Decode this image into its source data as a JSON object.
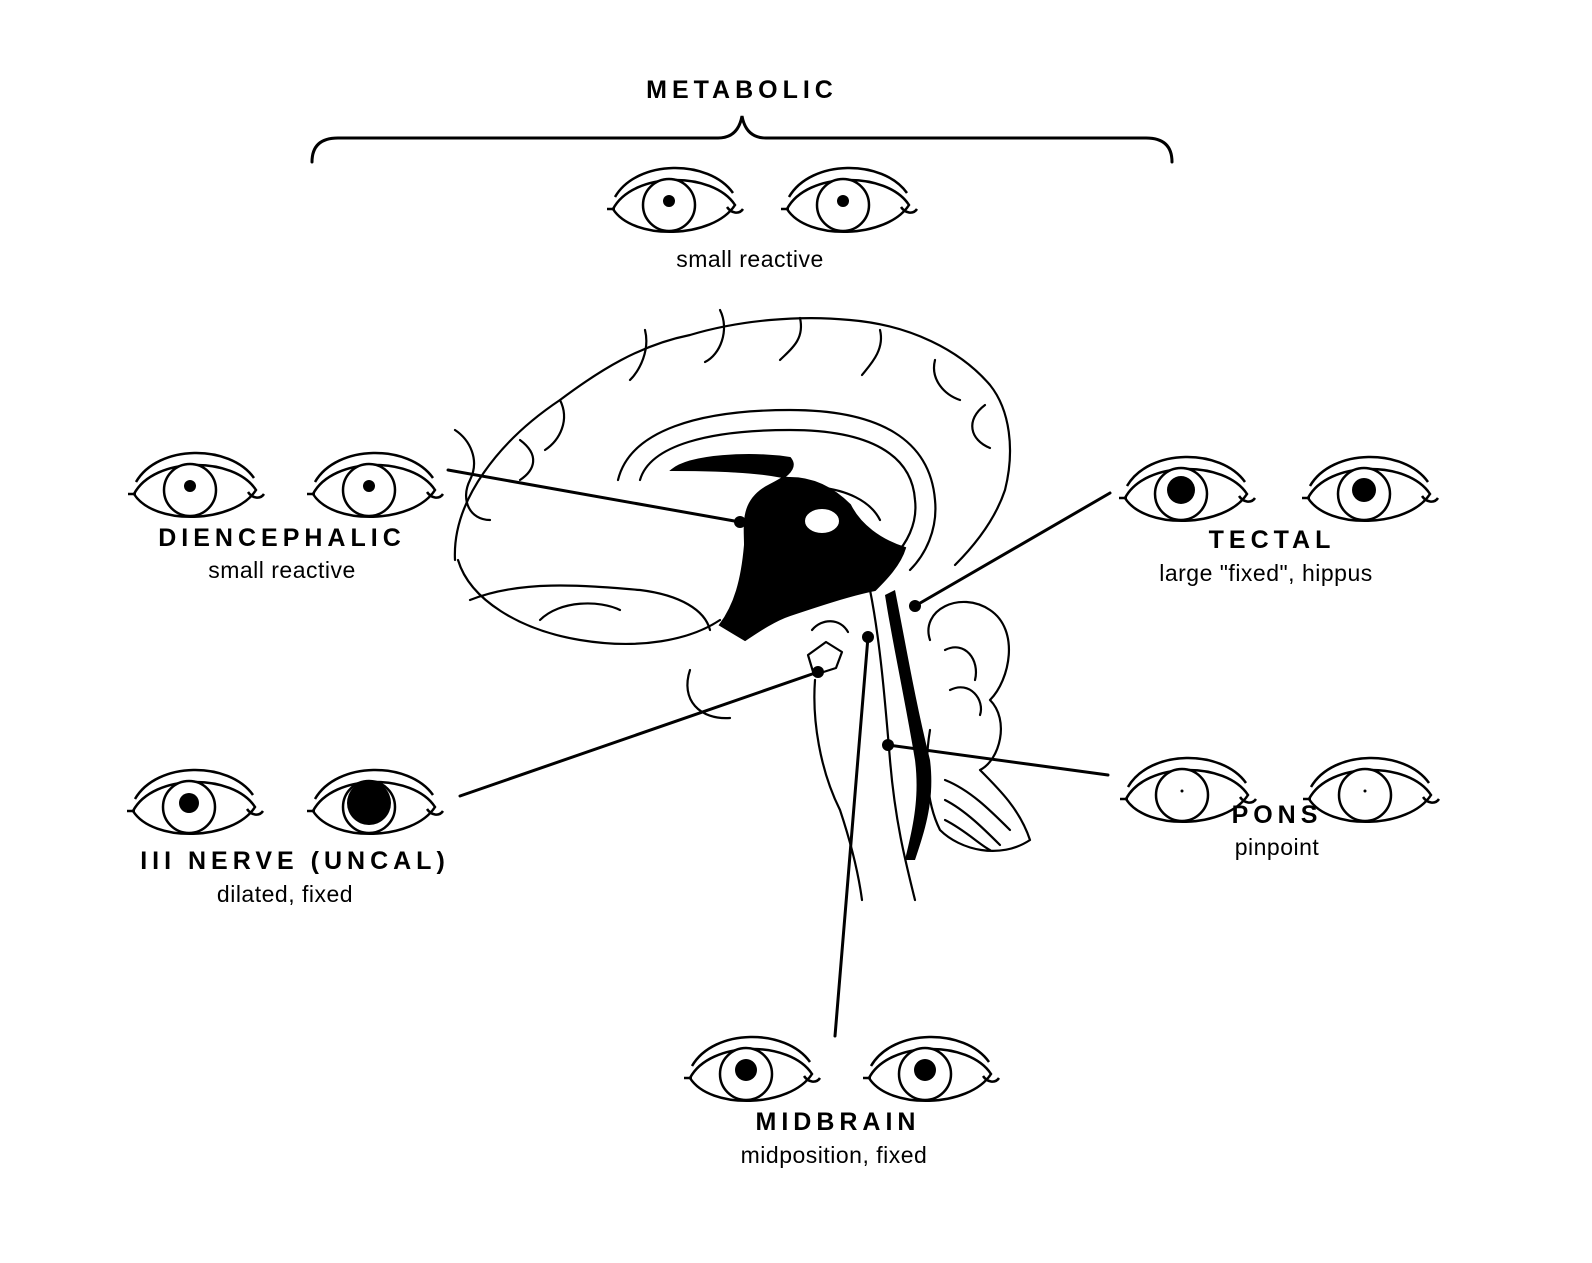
{
  "title": "METABOLIC",
  "top_label": "small reactive",
  "labels": {
    "diencephalic": {
      "title": "DIENCEPHALIC",
      "desc": "small reactive"
    },
    "tectal": {
      "title": "TECTAL",
      "desc": "large \"fixed\", hippus"
    },
    "third_nerve": {
      "title": "III NERVE (UNCAL)",
      "desc": "dilated, fixed"
    },
    "pons": {
      "title": "PONS",
      "desc": "pinpoint"
    },
    "midbrain": {
      "title": "MIDBRAIN",
      "desc": "midposition, fixed"
    }
  },
  "colors": {
    "ink": "#000000",
    "paper": "#ffffff"
  }
}
